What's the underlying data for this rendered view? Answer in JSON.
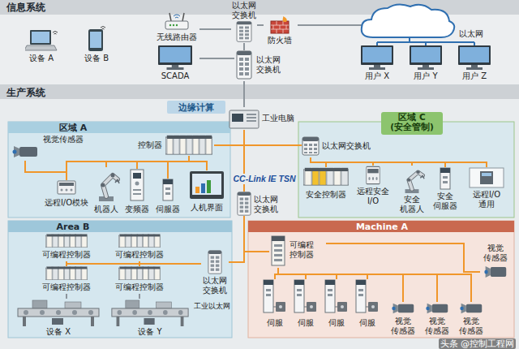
{
  "diagram": {
    "nodes": [
      {
        "text": [
          "信息系统"
        ]
      },
      {
        "text": [
          "设备 A"
        ],
        "in": 0
      },
      {
        "text": [
          "设备 B"
        ],
        "in": 0
      },
      {
        "text": [
          "无线路由器"
        ],
        "in": 0
      },
      {
        "text": [
          "以太网交换机"
        ],
        "in": 0
      },
      {
        "text": [
          "防火墙"
        ],
        "in": 0
      },
      {
        "text": [
          "SCADA"
        ],
        "in": 0
      },
      {
        "text": [
          "以太网交换机"
        ],
        "in": 0
      },
      {
        "text": [
          "用户 X"
        ],
        "in": 0
      },
      {
        "text": [
          "用户 Y"
        ],
        "in": 0
      },
      {
        "text": [
          "用户 Z"
        ],
        "in": 0
      },
      {
        "text": [
          "生产系统"
        ]
      },
      {
        "text": [
          "边缘计算"
        ],
        "in": 11
      },
      {
        "text": [
          "工业电脑"
        ],
        "in": 11
      },
      {
        "text": [
          "区域 A"
        ],
        "in": 11
      },
      {
        "text": [
          "控制器"
        ],
        "in": 14
      },
      {
        "text": [
          "视觉传感器"
        ],
        "in": 14
      },
      {
        "text": [
          "远程I/O模块"
        ],
        "in": 14
      },
      {
        "text": [
          "机器人"
        ],
        "in": 14
      },
      {
        "text": [
          "变频器"
        ],
        "in": 14
      },
      {
        "text": [
          "伺服器"
        ],
        "in": 14
      },
      {
        "text": [
          "人机界面"
        ],
        "in": 14
      },
      {
        "text": [
          "区域 C",
          "(安全管制)"
        ],
        "in": 11
      },
      {
        "text": [
          "以太网交换机"
        ],
        "in": 22
      },
      {
        "text": [
          "安全控制器"
        ],
        "in": 22
      },
      {
        "text": [
          "远程安全 I/O"
        ],
        "in": 22
      },
      {
        "text": [
          "安全 机器人"
        ],
        "in": 22
      },
      {
        "text": [
          "安全 伺服器"
        ],
        "in": 22
      },
      {
        "text": [
          "远程I/O 通用"
        ],
        "in": 22
      },
      {
        "text": [
          "以太网交换机"
        ],
        "in": 11
      },
      {
        "text": [
          "Area B"
        ],
        "in": 11
      },
      {
        "text": [
          "可编程控制器"
        ],
        "in": 30
      },
      {
        "text": [
          "可编程控制器"
        ],
        "in": 30
      },
      {
        "text": [
          "以太网交换机"
        ],
        "in": 30
      },
      {
        "text": [
          "可编程控制器"
        ],
        "in": 30
      },
      {
        "text": [
          "可编程控制器"
        ],
        "in": 30
      },
      {
        "text": [
          "设备 X"
        ],
        "in": 30
      },
      {
        "text": [
          "设备 Y"
        ],
        "in": 30
      },
      {
        "text": [
          "Machine A"
        ],
        "in": 11
      },
      {
        "text": [
          "可编程控制器"
        ],
        "in": 38
      },
      {
        "text": [
          "视觉 传感器"
        ],
        "in": 38
      },
      {
        "text": [
          "伺服"
        ],
        "in": 38
      },
      {
        "text": [
          "伺服"
        ],
        "in": 38
      },
      {
        "text": [
          "伺服"
        ],
        "in": 38
      },
      {
        "text": [
          "伺服"
        ],
        "in": 38
      },
      {
        "text": [
          "视觉 传感器"
        ],
        "in": 38
      },
      {
        "text": [
          "视觉 传感器"
        ],
        "in": 38
      },
      {
        "text": [
          "视觉 传感器"
        ],
        "in": 38
      }
    ],
    "edges": [
      {
        "from": 3,
        "to": 4,
        "arrow": "none"
      },
      {
        "from": 4,
        "to": 5,
        "arrow": "none"
      },
      {
        "from": 4,
        "to": 7,
        "arrow": "none"
      },
      {
        "from": 6,
        "to": 7,
        "arrow": "none"
      },
      {
        "from": 7,
        "to": 13,
        "arrow": "none"
      },
      {
        "from": 13,
        "to": 29,
        "arrow": "none"
      },
      {
        "from": 15,
        "to": 29,
        "arrow": "none"
      },
      {
        "from": 23,
        "to": 29,
        "arrow": "none"
      },
      {
        "from": 15,
        "to": 17,
        "arrow": "none"
      },
      {
        "from": 15,
        "to": 18,
        "arrow": "none"
      },
      {
        "from": 15,
        "to": 19,
        "arrow": "none"
      },
      {
        "from": 15,
        "to": 20,
        "arrow": "none"
      },
      {
        "from": 15,
        "to": 21,
        "arrow": "none"
      },
      {
        "from": 16,
        "to": 17,
        "arrow": "none"
      },
      {
        "from": 23,
        "to": 24,
        "arrow": "none"
      },
      {
        "from": 23,
        "to": 25,
        "arrow": "none"
      },
      {
        "from": 23,
        "to": 26,
        "arrow": "none"
      },
      {
        "from": 23,
        "to": 27,
        "arrow": "none"
      },
      {
        "from": 23,
        "to": 28,
        "arrow": "none"
      },
      {
        "from": 29,
        "to": 33,
        "arrow": "none"
      },
      {
        "from": 29,
        "to": 39,
        "arrow": "none"
      },
      {
        "from": 33,
        "to": 31,
        "arrow": "none"
      },
      {
        "from": 33,
        "to": 32,
        "arrow": "none"
      },
      {
        "from": 33,
        "to": 34,
        "arrow": "none"
      },
      {
        "from": 33,
        "to": 35,
        "arrow": "none"
      },
      {
        "from": 34,
        "to": 36,
        "arrow": "none"
      },
      {
        "from": 35,
        "to": 37,
        "arrow": "none"
      },
      {
        "from": 39,
        "to": 41,
        "arrow": "none"
      },
      {
        "from": 39,
        "to": 42,
        "arrow": "none"
      },
      {
        "from": 39,
        "to": 43,
        "arrow": "none"
      },
      {
        "from": 39,
        "to": 44,
        "arrow": "none"
      },
      {
        "from": 39,
        "to": 40,
        "arrow": "none"
      },
      {
        "from": 39,
        "to": 45,
        "arrow": "none"
      },
      {
        "from": 39,
        "to": 46,
        "arrow": "none"
      },
      {
        "from": 39,
        "to": 47,
        "arrow": "none"
      }
    ],
    "labels": [
      "CC-Link IE TSN",
      "以太网",
      "工业以太网",
      "头条 @控制工程网"
    ]
  }
}
